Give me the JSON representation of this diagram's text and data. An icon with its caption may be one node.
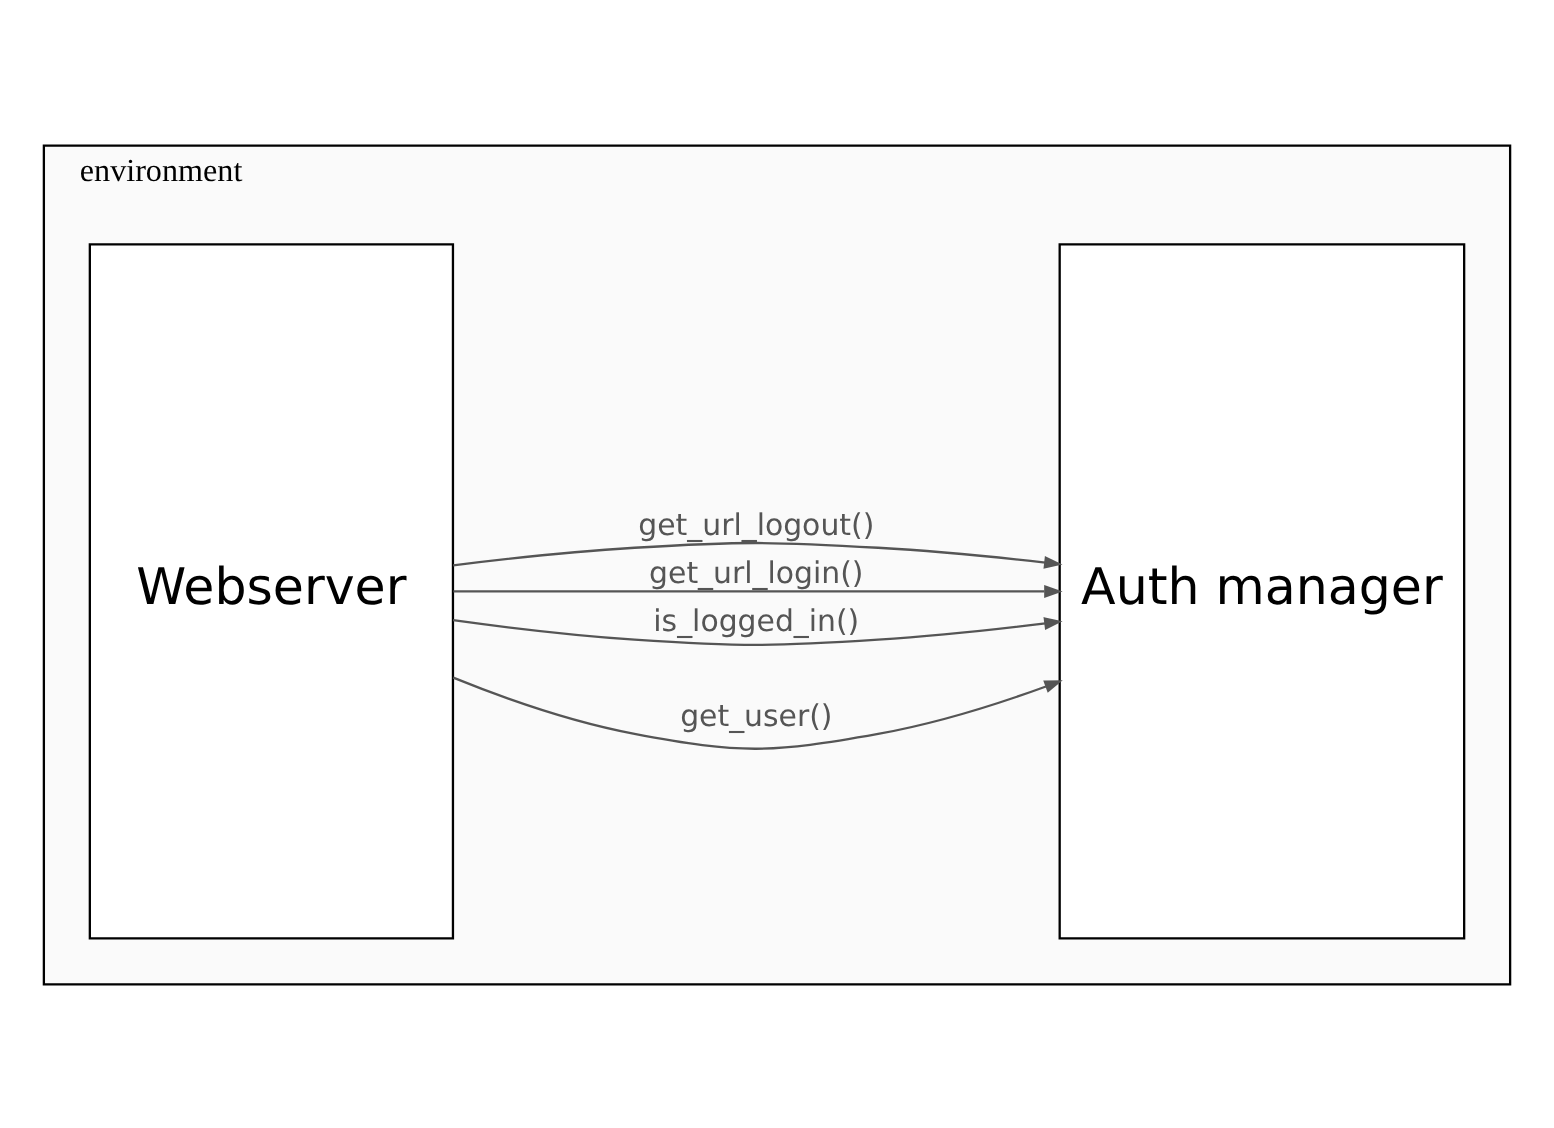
{
  "diagram": {
    "nodes": [
      {
        "text": [
          "environment"
        ]
      },
      {
        "text": [
          "Webserver"
        ],
        "in": 0
      },
      {
        "text": [
          "Auth manager"
        ],
        "in": 0
      }
    ],
    "edges": [
      {
        "from": 1,
        "to": 2,
        "arrow": "to",
        "label": "get_user()"
      },
      {
        "from": 1,
        "to": 2,
        "arrow": "to",
        "label": "is_logged_in()"
      },
      {
        "from": 1,
        "to": 2,
        "arrow": "to",
        "label": "get_url_login()"
      },
      {
        "from": 1,
        "to": 2,
        "arrow": "to",
        "label": "get_url_logout()"
      }
    ]
  }
}
